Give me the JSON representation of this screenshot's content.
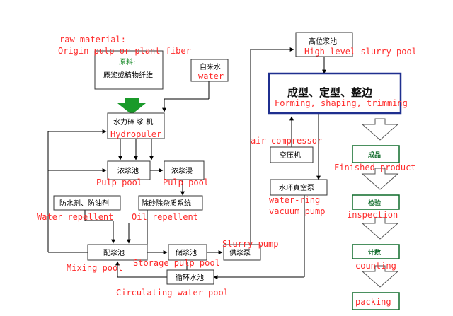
{
  "nodes": {
    "raw": {
      "zh_title": "原料:",
      "zh": "原浆或植物纤维",
      "en_title": "raw material:",
      "en": "Origin pulp or plant fiber"
    },
    "water": {
      "zh": "自来水",
      "en": "water"
    },
    "hydropulper": {
      "zh": "水力碎 浆 机",
      "en": "Hydropuler"
    },
    "pulp1": {
      "zh": "浓浆池",
      "en": "Pulp pool"
    },
    "pulp2": {
      "zh": "浓浆浸",
      "en": "Pulp pool"
    },
    "repellent": {
      "zh": "防水剂、防油剂",
      "en": "Water repellent"
    },
    "desand": {
      "zh": "除砂除杂质系统",
      "en": "Oil repellent"
    },
    "mixing": {
      "zh": "配浆池",
      "en": "Mixing pool"
    },
    "storage": {
      "zh": "储浆池",
      "en": "Storage pulp pool"
    },
    "slurrypump": {
      "zh": "供浆泵",
      "en": "Slurry pump"
    },
    "circulating": {
      "zh": "循环水池",
      "en": "Circulating water pool"
    },
    "highlevel": {
      "zh": "高位浆池",
      "en": "High level slurry pool"
    },
    "forming": {
      "zh": "成型、定型、整边",
      "en": "Forming, shaping, trimming"
    },
    "aircomp": {
      "zh": "空压机",
      "en": "air compressor"
    },
    "vacuum": {
      "zh": "水环真空泵",
      "en1": "water-ring",
      "en2": "vacuum pump"
    },
    "finished": {
      "zh": "成品",
      "en": "Finished product"
    },
    "inspection": {
      "zh": "检验",
      "en": "inspection"
    },
    "counting": {
      "zh": "计数",
      "en": "counting"
    },
    "packing": {
      "zh": "",
      "en": "packing"
    }
  },
  "colors": {
    "annotation": "#ff2a2a",
    "forming_border": "#1f2f8f",
    "green": "#1a9a2a",
    "process_border": "#0f6b2a"
  }
}
